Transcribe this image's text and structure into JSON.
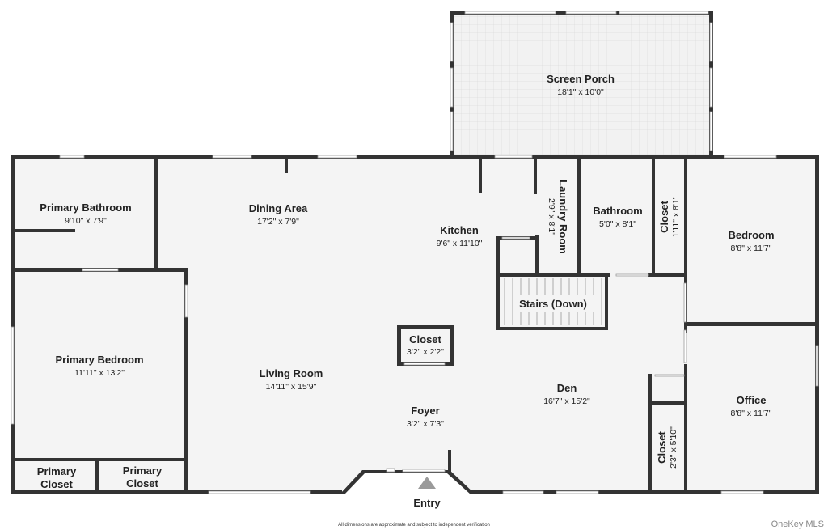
{
  "plan": {
    "rooms": [
      {
        "id": "screen-porch",
        "name": "Screen Porch",
        "dims": "18'1\" x 10'0\""
      },
      {
        "id": "primary-bathroom",
        "name": "Primary Bathroom",
        "dims": "9'10\" x 7'9\""
      },
      {
        "id": "dining-area",
        "name": "Dining Area",
        "dims": "17'2\" x 7'9\""
      },
      {
        "id": "kitchen",
        "name": "Kitchen",
        "dims": "9'6\" x 11'10\""
      },
      {
        "id": "laundry-room",
        "name": "Laundry Room",
        "dims": "2'9\" x 8'1\""
      },
      {
        "id": "bathroom",
        "name": "Bathroom",
        "dims": "5'0\" x 8'1\""
      },
      {
        "id": "closet-upper",
        "name": "Closet",
        "dims": "1'11\" x 8'1\""
      },
      {
        "id": "bedroom",
        "name": "Bedroom",
        "dims": "8'8\" x 11'7\""
      },
      {
        "id": "primary-bedroom",
        "name": "Primary Bedroom",
        "dims": "11'11\" x 13'2\""
      },
      {
        "id": "living-room",
        "name": "Living Room",
        "dims": "14'11\" x 15'9\""
      },
      {
        "id": "closet-center",
        "name": "Closet",
        "dims": "3'2\" x 2'2\""
      },
      {
        "id": "stairs",
        "name": "Stairs (Down)",
        "dims": ""
      },
      {
        "id": "den",
        "name": "Den",
        "dims": "16'7\" x 15'2\""
      },
      {
        "id": "foyer",
        "name": "Foyer",
        "dims": "3'2\" x 7'3\""
      },
      {
        "id": "office",
        "name": "Office",
        "dims": "8'8\" x 11'7\""
      },
      {
        "id": "closet-lower",
        "name": "Closet",
        "dims": "2'3\" x 5'10\""
      },
      {
        "id": "primary-closet-1",
        "name": "Primary Closet",
        "dims": ""
      },
      {
        "id": "primary-closet-2",
        "name": "Primary Closet",
        "dims": ""
      }
    ],
    "entry_label": "Entry",
    "footer_note": "All dimensions are approximate and subject to independent verification",
    "brand": "OneKey MLS"
  },
  "colors": {
    "wall": "#333333",
    "floor": "#f4f4f4",
    "text": "#222222",
    "window": "#ffffff"
  }
}
